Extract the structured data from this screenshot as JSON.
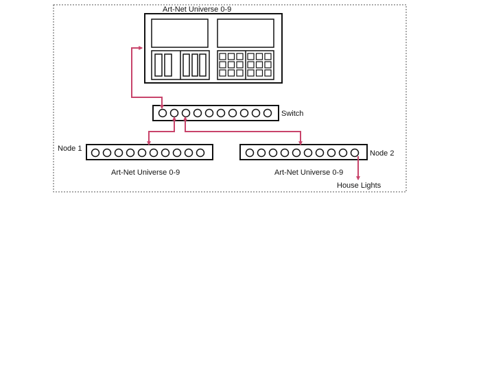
{
  "colors": {
    "stroke": "#111111",
    "link": "#c8436a",
    "frame": "#555555",
    "background": "#ffffff"
  },
  "diagram": {
    "console": {
      "label": "Art-Net Universe 0-9"
    },
    "switch": {
      "label": "Switch",
      "port_count": 10
    },
    "node1": {
      "label": "Node 1",
      "sublabel": "Art-Net Universe 0-9",
      "port_count": 10
    },
    "node2": {
      "label": "Node 2",
      "sublabel": "Art-Net Universe 0-9",
      "port_count": 10
    },
    "output": {
      "label": "House Lights"
    }
  }
}
